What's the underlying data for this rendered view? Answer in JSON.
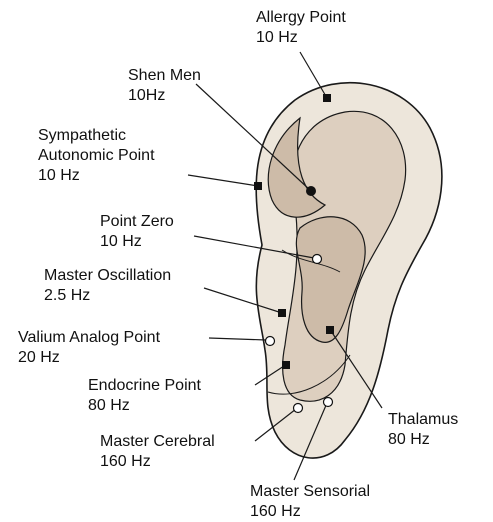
{
  "colors": {
    "ear_outer": "#ede6db",
    "ear_inner": "#ddcfbf",
    "ear_deep": "#cdbba8",
    "outline": "#1a1a1a"
  },
  "labels": {
    "allergy": {
      "name": "Allergy Point",
      "freq": "10 Hz"
    },
    "shen_men": {
      "name": "Shen Men",
      "freq": "10Hz"
    },
    "sympathetic": {
      "name1": "Sympathetic",
      "name2": "Autonomic Point",
      "freq": "10 Hz"
    },
    "point_zero": {
      "name": "Point Zero",
      "freq": "10 Hz"
    },
    "master_oscillation": {
      "name": "Master Oscillation",
      "freq": "2.5 Hz"
    },
    "valium": {
      "name": "Valium Analog Point",
      "freq": "20 Hz"
    },
    "endocrine": {
      "name": "Endocrine Point",
      "freq": "80 Hz"
    },
    "master_cerebral": {
      "name": "Master Cerebral",
      "freq": "160 Hz"
    },
    "thalamus": {
      "name": "Thalamus",
      "freq": "80 Hz"
    },
    "master_sensorial": {
      "name": "Master Sensorial",
      "freq": "160 Hz"
    }
  },
  "marker_styles": {
    "allergy": "filled-square",
    "shen_men": "filled-circle",
    "sympathetic": "filled-square",
    "point_zero": "open-circle",
    "master_oscillation": "filled-square",
    "valium": "open-circle",
    "endocrine": "filled-square",
    "thalamus": "filled-square",
    "master_cerebral": "open-circle",
    "master_sensorial": "open-circle"
  }
}
